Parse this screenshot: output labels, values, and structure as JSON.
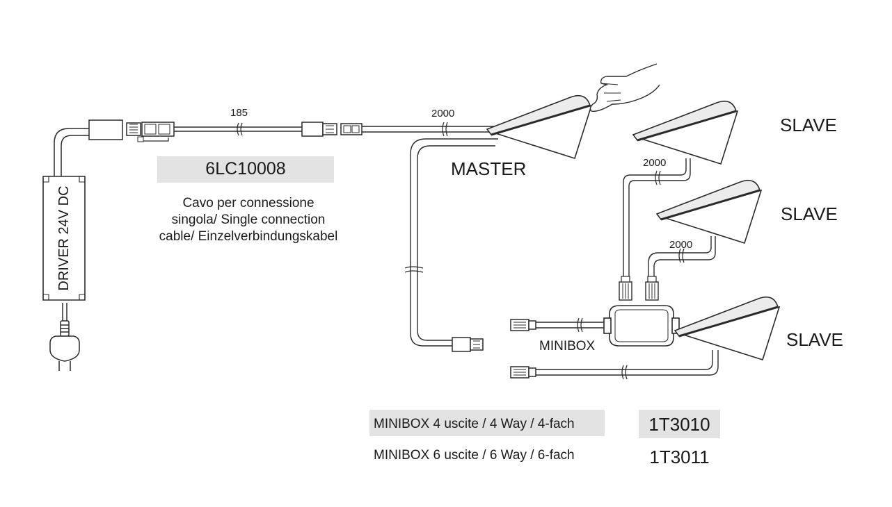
{
  "colors": {
    "line": "#2a2a2a",
    "lamp_edge": "#ececec",
    "highlight_box": "#e3e3e3",
    "text": "#1a1a1a"
  },
  "labels": {
    "driver": "DRIVER 24V DC",
    "len_185": "185",
    "len_master": "2000",
    "len_slave1": "2000",
    "len_slave2": "2000",
    "master": "MASTER",
    "slave1": "SLAVE",
    "slave2": "SLAVE",
    "slave3": "SLAVE",
    "minibox": "MINIBOX"
  },
  "cable": {
    "code": "6LC10008",
    "desc_lines": [
      "Cavo per connessione",
      "singola/ Single connection",
      "cable/ Einzelverbindungskabel"
    ]
  },
  "minibox_table": [
    {
      "desc": "MINIBOX 4 uscite / 4 Way / 4-fach",
      "code": "1T3010",
      "highlighted": true
    },
    {
      "desc": "MINIBOX 6 uscite / 6 Way / 6-fach",
      "code": "1T3011",
      "highlighted": false
    }
  ],
  "icons": [
    "plug-icon",
    "driver-box-icon",
    "connector-icon",
    "triangle-lamp-icon",
    "hand-icon",
    "minibox-icon",
    "cable-break-icon"
  ]
}
